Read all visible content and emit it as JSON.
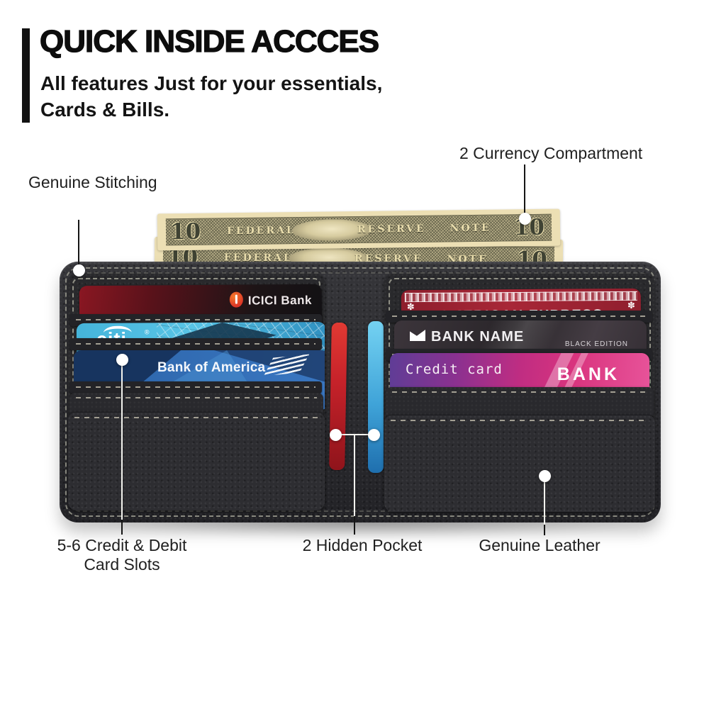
{
  "header": {
    "title": "QUICK INSIDE ACCCES",
    "subtitle_line1": "All features Just for your essentials,",
    "subtitle_line2": "Cards & Bills."
  },
  "callouts": {
    "genuine_stitching": "Genuine Stitching",
    "currency_compartment": "2 Currency Compartment",
    "card_slots_line1": "5-6 Credit & Debit",
    "card_slots_line2": "Card Slots",
    "hidden_pocket": "2 Hidden Pocket",
    "genuine_leather": "Genuine Leather"
  },
  "bill": {
    "denomination": "10",
    "federal": "FEDERAL",
    "reserve_note": "RESERVE NOTE"
  },
  "cards": {
    "icici": {
      "label": "ICICI Bank"
    },
    "citi": {
      "label": "citi",
      "reg": "®"
    },
    "boa": {
      "label": "Bank of America"
    },
    "amex": {
      "label": "AMERICAN EXPRESS"
    },
    "bank_name": {
      "label": "BANK NAME",
      "edition": "BLACK EDITION"
    },
    "credit": {
      "label": "Credit card",
      "bank": "BANK"
    }
  },
  "icons": {
    "amex_corner_flourish": "✽"
  },
  "colors": {
    "leather": "#2b2b2e",
    "stitching": "#9c9c90",
    "bill_paper": "#ecdfb4",
    "bill_ink": "#3f4233",
    "icici_red": "#8a1722",
    "citi_blue": "#45b4da",
    "boa_blue": "#2c64a8",
    "amex_red": "#a82737",
    "bankname_black": "#2a262b",
    "credit_purple": "#5f3d96",
    "credit_pink": "#e8549a",
    "hidden_pocket_red": "#c6222a",
    "hidden_pocket_blue": "#3fa3d8"
  }
}
